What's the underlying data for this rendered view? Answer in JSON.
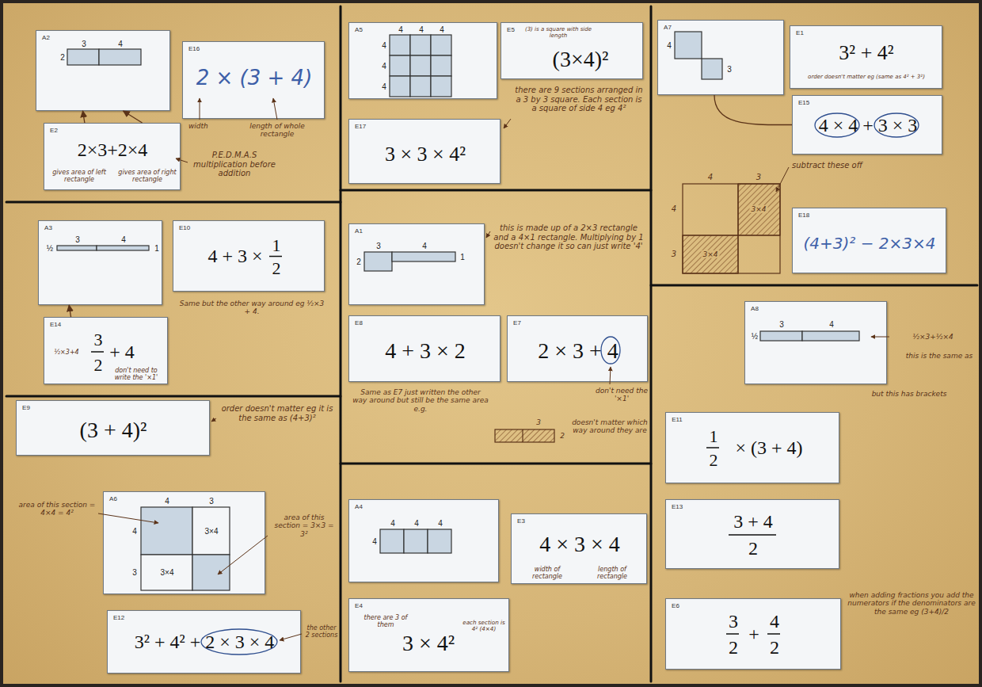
{
  "diagram": {
    "nodes": [
      {
        "text": [
          "A2",
          "3",
          "4",
          "2"
        ]
      },
      {
        "text": [
          "E16",
          "2 × (3 + 4)"
        ]
      },
      {
        "text": [
          "E2",
          "2×3+2×4",
          "gives area of left rectangle",
          "gives area of right rectangle"
        ]
      },
      {
        "text": [
          "A5",
          "4",
          "4",
          "4",
          "4",
          "4",
          "4"
        ]
      },
      {
        "text": [
          "E5",
          "(3) is a square with side length",
          "(3×4)²"
        ]
      },
      {
        "text": [
          "E17",
          "3 × 3 × 4²"
        ]
      },
      {
        "text": [
          "A7",
          "4",
          "3"
        ]
      },
      {
        "text": [
          "E1",
          "3² + 4²",
          "order doesn't matter eg (same as 4² + 3²)"
        ]
      },
      {
        "text": [
          "E15",
          "4 × 4 + 3 × 3"
        ]
      },
      {
        "text": [
          "E18",
          "(4+3)² − 2×3×4"
        ]
      },
      {
        "text": [
          "A3",
          "3",
          "4",
          "½",
          "1"
        ]
      },
      {
        "text": [
          "E10",
          "4 + 3 ×",
          "1",
          "2"
        ]
      },
      {
        "text": [
          "E14",
          "½×3+4",
          "3",
          "2",
          "+ 4",
          "don't need to write the '×1'"
        ]
      },
      {
        "text": [
          "A1",
          "3",
          "4",
          "2",
          "1"
        ]
      },
      {
        "text": [
          "E8",
          "4 + 3 × 2"
        ]
      },
      {
        "text": [
          "E7",
          "2 × 3 + 4"
        ]
      },
      {
        "text": [
          "E9",
          "(3 + 4)²"
        ]
      },
      {
        "text": [
          "A6",
          "4",
          "3",
          "4",
          "3",
          "3×4",
          "3×4"
        ]
      },
      {
        "text": [
          "E12",
          "3² + 4² + 2 × 3 × 4"
        ]
      },
      {
        "text": [
          "A4",
          "4",
          "4",
          "4",
          "4"
        ]
      },
      {
        "text": [
          "E3",
          "4 × 3 × 4",
          "width of rectangle",
          "length of rectangle"
        ]
      },
      {
        "text": [
          "E4",
          "there are 3 of them",
          "3 × 4²",
          "each section is 4² (4×4)"
        ]
      },
      {
        "text": [
          "A8",
          "3",
          "4",
          "½"
        ]
      },
      {
        "text": [
          "E11",
          "1",
          "2",
          "× (3 + 4)"
        ]
      },
      {
        "text": [
          "E13",
          "3 + 4",
          "2"
        ]
      },
      {
        "text": [
          "E6",
          "3",
          "2",
          "+",
          "4",
          "2"
        ]
      }
    ],
    "edges": [
      {
        "from": 2,
        "to": 0,
        "arrow": "to"
      },
      {
        "from": 2,
        "to": 0,
        "arrow": "to"
      },
      {
        "from": 12,
        "to": 10,
        "arrow": "to"
      },
      {
        "from": 6,
        "to": 8,
        "arrow": "none"
      }
    ],
    "labels": [
      "width",
      "length of whole rectangle",
      "P.E.D.M.A.S multiplication before addition",
      "there are 9 sections arranged in a 3 by 3 square. Each section is a square of side 4 eg 4²",
      "subtract these off",
      "4",
      "3",
      "4",
      "3",
      "3×4",
      "3×4",
      "Same but the other way around eg ½×3 + 4.",
      "this is made up of a 2×3 rectangle and a 4×1 rectangle. Multiplying by 1 doesn't change it so can just write '4'",
      "Same as E7 just written the other way around but still be the same area e.g.",
      "3",
      "2",
      "doesn't matter which way around they are",
      "don't need the '×1'",
      "order doesn't matter eg it is the same as (4+3)²",
      "area of this section = 4×4 = 4²",
      "area of this section = 3×3 = 3²",
      "the other 2 sections",
      "½×3+½×4",
      "this is the same as",
      "but this has brackets",
      "when adding fractions you add the numerators if the denominators are the same eg (3+4)/2"
    ]
  }
}
